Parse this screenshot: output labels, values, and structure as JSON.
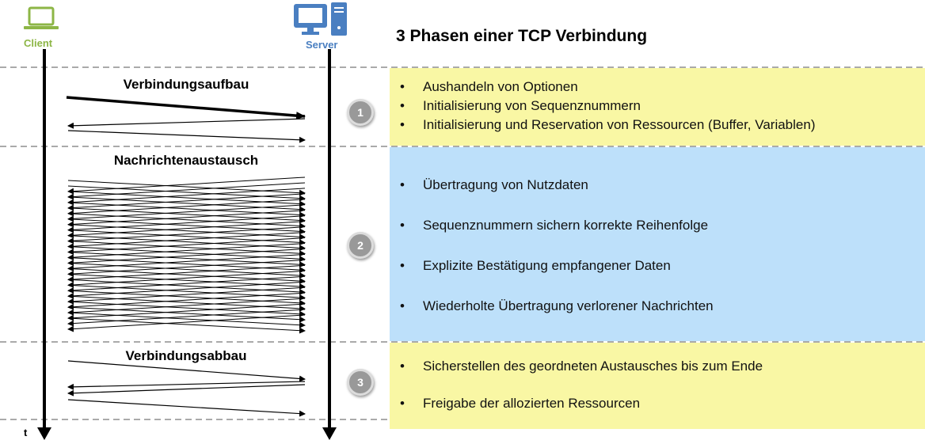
{
  "diagram": {
    "title": "3 Phasen einer TCP Verbindung",
    "client_label": "Client",
    "server_label": "Server",
    "time_label": "t",
    "colors": {
      "client": "#8db646",
      "server": "#4a7fc1",
      "yellow": "#f9f7a4",
      "blue": "#bde0fa"
    },
    "phases": [
      {
        "number": "1",
        "title": "Verbindungsaufbau",
        "bullets": [
          "Aushandeln von Optionen",
          "Initialisierung von Sequenznummern",
          "Initialisierung und Reservation von Ressourcen (Buffer, Variablen)"
        ]
      },
      {
        "number": "2",
        "title": "Nachrichtenaustausch",
        "bullets": [
          "Übertragung von Nutzdaten",
          "Sequenznummern sichern korrekte Reihenfolge",
          "Explizite Bestätigung empfangener Daten",
          "Wiederholte Übertragung verlorener Nachrichten"
        ]
      },
      {
        "number": "3",
        "title": "Verbindungsabbau",
        "bullets": [
          "Sicherstellen des geordneten Austausches bis zum Ende",
          "Freigabe der allozierten Ressourcen"
        ]
      }
    ]
  }
}
